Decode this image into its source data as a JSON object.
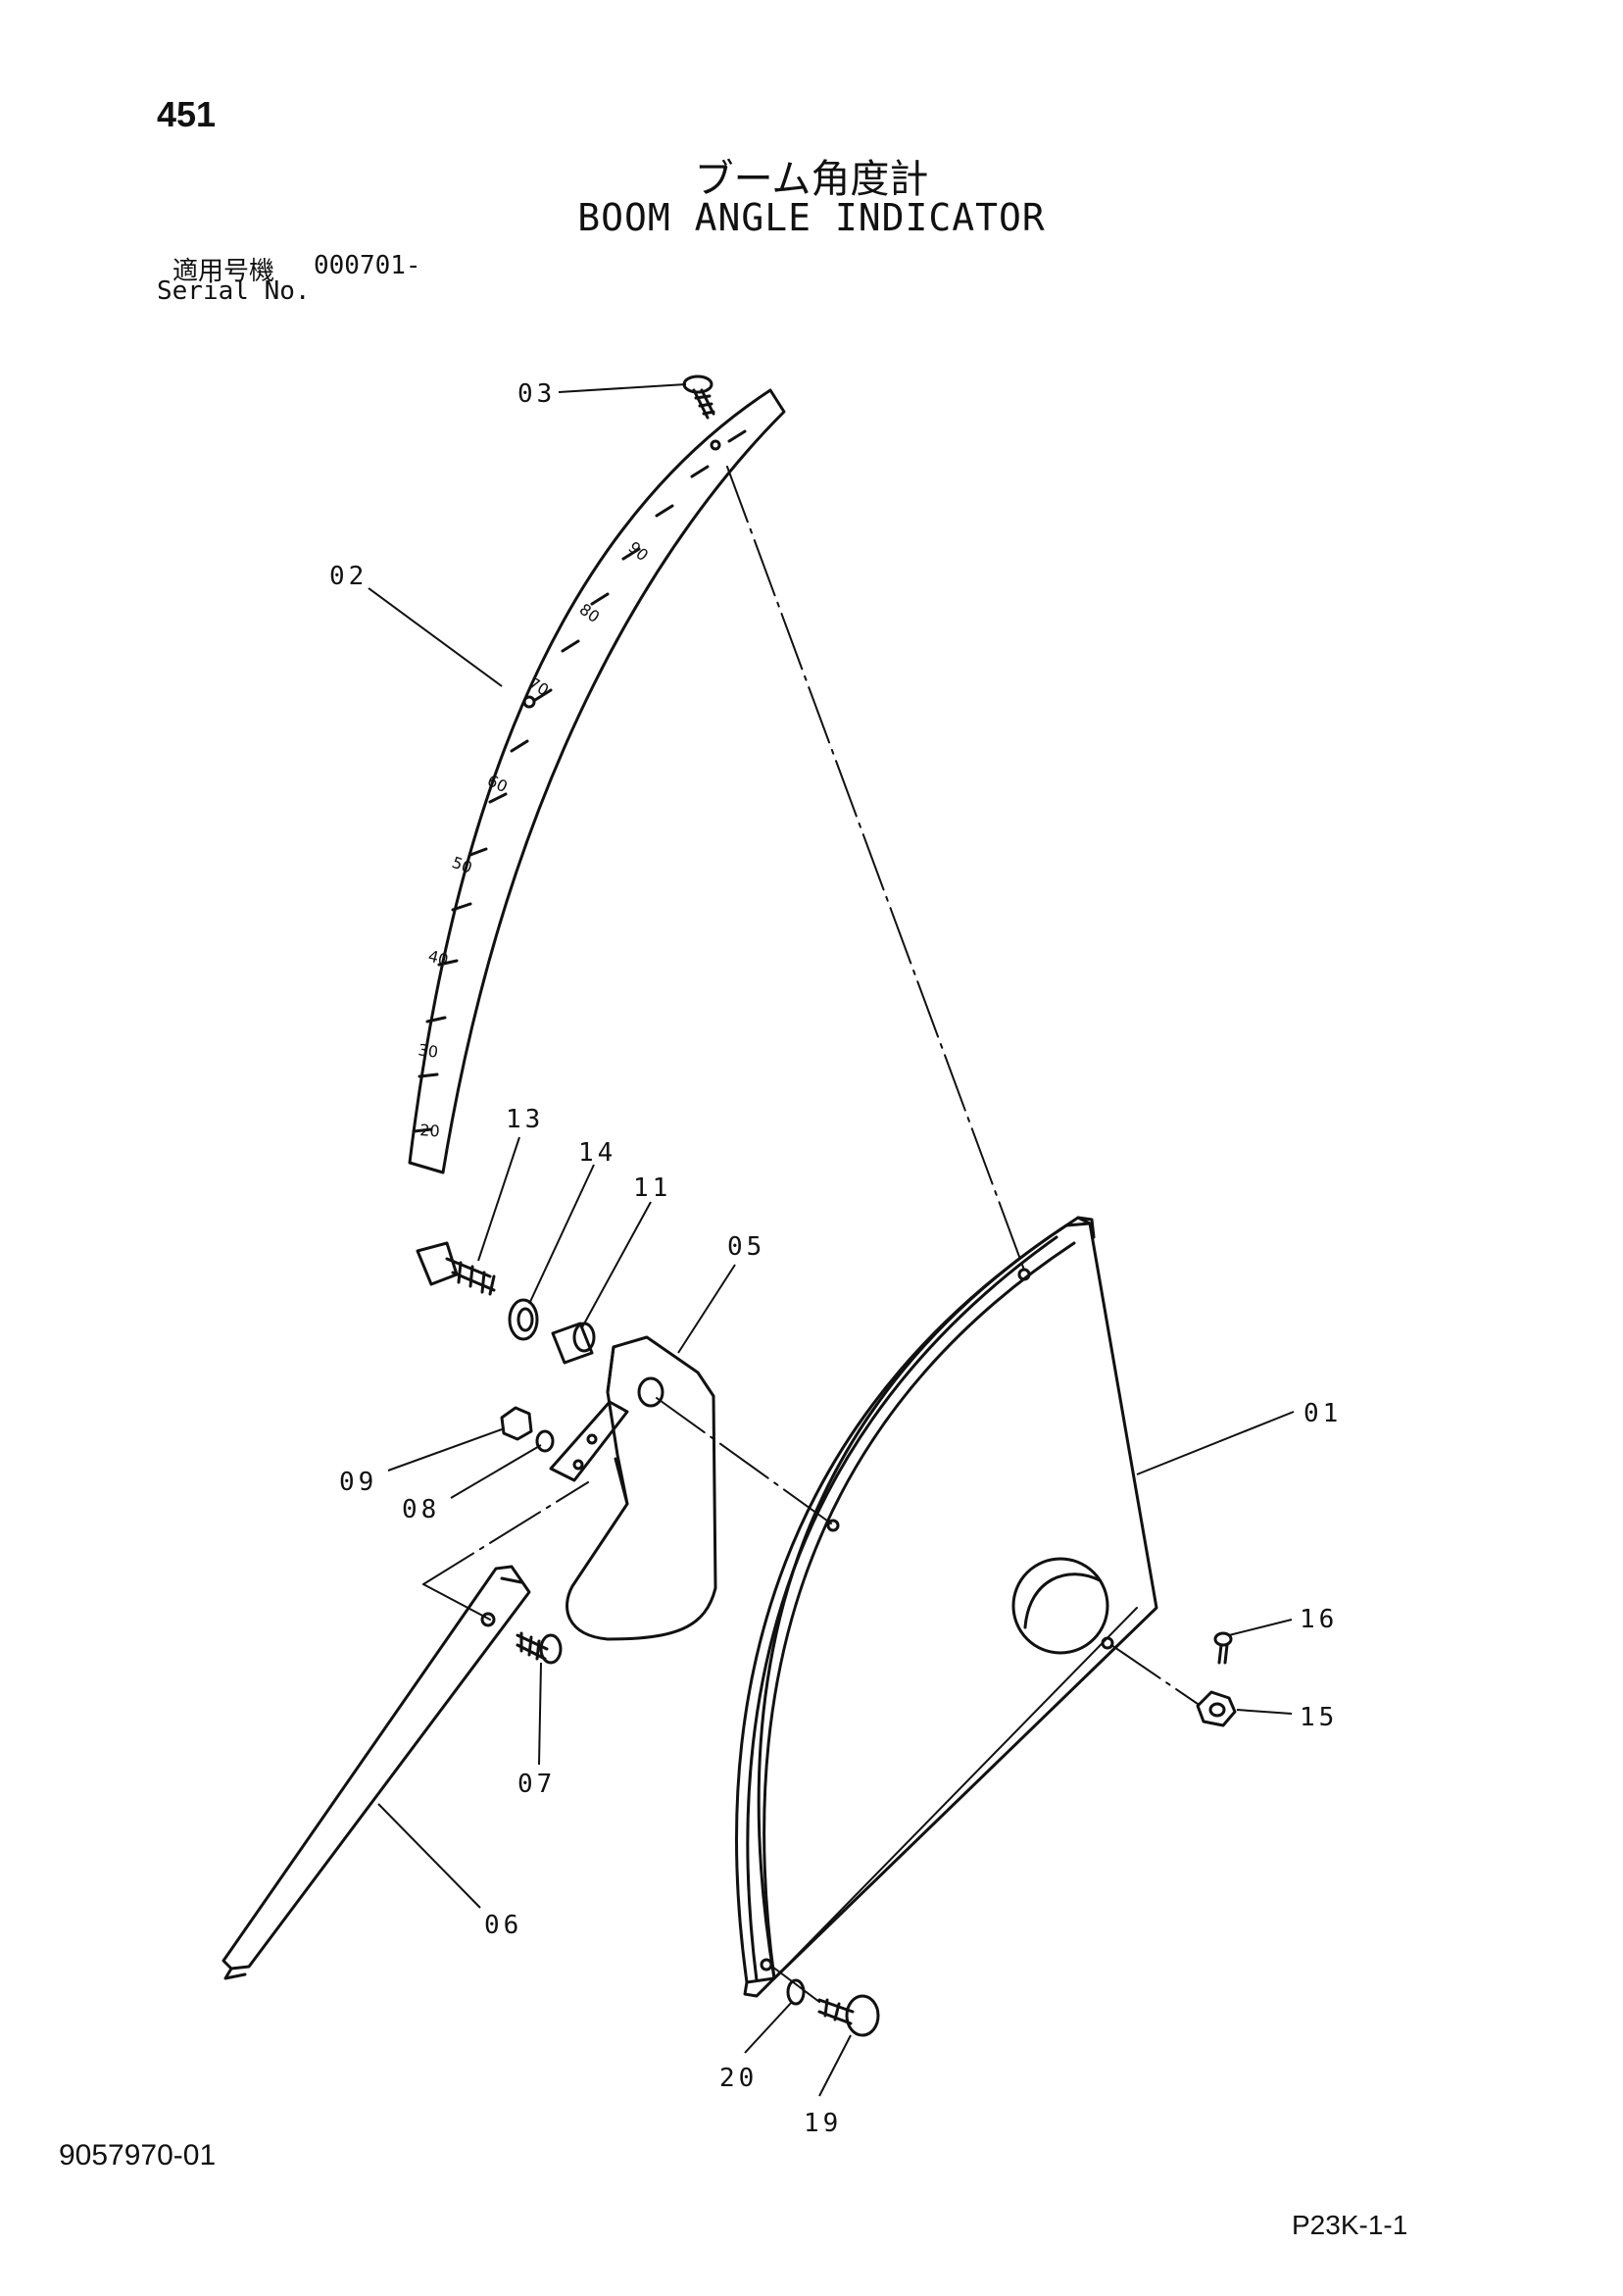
{
  "header": {
    "page_number": "451",
    "title_jp": "ブーム角度計",
    "title_en": "BOOM ANGLE INDICATOR",
    "serial_label_jp": "適用号機",
    "serial_value": "000701-",
    "serial_label_en": "Serial No."
  },
  "callouts": [
    "01",
    "02",
    "03",
    "05",
    "06",
    "07",
    "08",
    "09",
    "11",
    "13",
    "14",
    "15",
    "16",
    "19",
    "20"
  ],
  "scale_ticks": [
    "90",
    "80",
    "70",
    "60",
    "50",
    "40",
    "30",
    "20"
  ],
  "footer": {
    "doc_number": "9057970-01",
    "page_code": "P23K-1-1"
  }
}
